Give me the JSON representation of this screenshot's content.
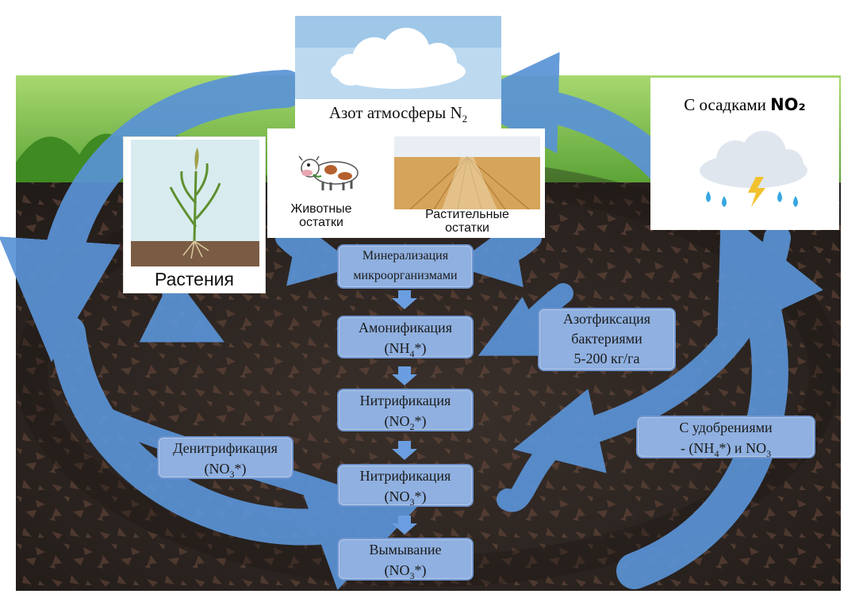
{
  "atmosphere": {
    "label": "Азот атмосферы N",
    "subscript": "2"
  },
  "precipitation": {
    "label": "С осадками ",
    "formula": "NO₂"
  },
  "plants": {
    "label": "Растения"
  },
  "animal_residues": {
    "line1": "Животные",
    "line2": "остатки"
  },
  "plant_residues": {
    "line1": "Растительные",
    "line2": "остатки"
  },
  "steps": {
    "mineralization": {
      "line1": "Минерализация",
      "line2": "микроорганизмами"
    },
    "ammonification": {
      "line1": "Амонификация",
      "formula_a": "(NH",
      "sub": "4",
      "formula_b": "*)"
    },
    "nitrification1": {
      "line1": "Нитрификация",
      "formula_a": "(NO",
      "sub": "2",
      "formula_b": "*)"
    },
    "nitrification2": {
      "line1": "Нитрификация",
      "formula_a": "(NO",
      "sub": "3",
      "formula_b": "*)"
    },
    "leaching": {
      "line1": "Вымывание",
      "formula_a": "(NO",
      "sub": "3",
      "formula_b": "*)"
    }
  },
  "denitrification": {
    "line1": "Денитрификация",
    "formula_a": "(NO",
    "sub": "3",
    "formula_b": "*)"
  },
  "fixation": {
    "line1": "Азотфиксация",
    "line2": "бактериями",
    "line3": "5-200 кг/га"
  },
  "fertilizers": {
    "line1": "С удобрениями",
    "formula_a": "- (NH",
    "sub1": "4",
    "formula_b": "*) и NO",
    "sub2": "3"
  },
  "colors": {
    "soil": "#2c2622",
    "arrow": "#5a93d6",
    "box": "#8fb0e0",
    "grass": "#6fbf3e",
    "sky": "#cfe6f7"
  }
}
